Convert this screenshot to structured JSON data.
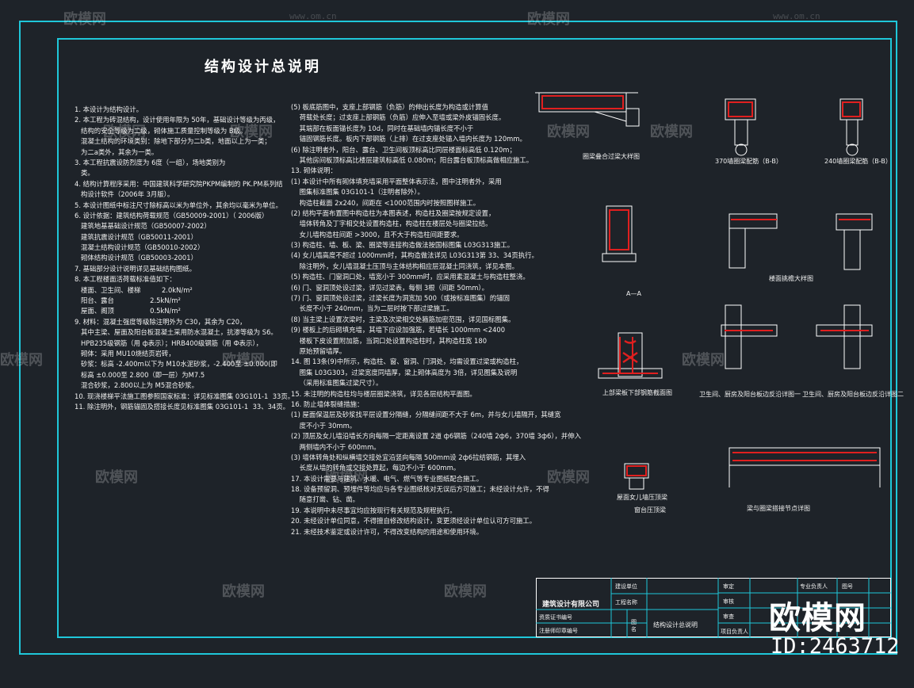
{
  "title": "结构设计总说明",
  "col1_lines": [
    "1. 本设计为结构设计。",
    "2. 本工程为砖混结构，设计使用年限为 50年，基础设计等级为丙级，",
    "   结构的安全等级为二级，砌体施工质量控制等级为 B级。",
    "   混凝土结构的环境类别：除地下部分为二b类，地面以上为一类；",
    "   为二a类外，其余为一类。",
    "3. 本工程抗震设防烈度为 6度（一组），场地类别为",
    "   类。",
    "4. 结构计算程序采用：中国建筑科学研究院PKPM编制的 PK.PM系列结",
    "   构设计软件（2006年 3月版）。",
    "5. 本设计图纸中标注尺寸除标高以米为单位外，其余均以毫米为单位。",
    "6. 设计依据：建筑结构荷载规范（GB50009-2001）（ 2006版）",
    "   建筑地基基础设计规范（GB50007-2002）",
    "   建筑抗震设计规范（GB50011-2001）",
    "   混凝土结构设计规范（GB50010-2002）",
    "   砌体结构设计规范（GB50003-2001）",
    "7. 基础部分设计说明详见基础结构图纸。",
    "8. 本工程楼面活荷载标准值如下：",
    "   楼面、卫生间、楼梯          2.0kN/m²",
    "   阳台、露台                 2.5kN/m²",
    "   屋面、阁顶                 0.5kN/m²",
    "9. 材料：混凝土强度等级除注明外为 C30，其余为 C20，",
    "   其中主梁、屋面及阳台板混凝土采用防水混凝土，抗渗等级为 S6。",
    "   HPB235级钢筋（用 ф表示）；HRB400级钢筋（用 Ф表示），",
    "   砌体：采用 MU10烧结页岩砖，",
    "   砂浆：标高 -2.400m以下为 M10水泥砂浆，-2.400至 ±0.000(即",
    "   标高 ±0.000至 2.800（即一层）为M7.5",
    "   混合砂浆，2.800以上为 M5混合砂浆。",
    "10. 现浇楼梯平法施工图参照国家标准：详见标准图集 03G101-1  33页。",
    "11. 除注明外，钢筋锚固及搭接长度见标准图集 03G101-1  33、34页。"
  ],
  "col2_lines": [
    "(5) 板底筋图中，支座上部钢筋（负筋）的伸出长度为构造或计算值",
    "    荷载处长度；过支座上部钢筋（负筋）应伸入至墙或梁外皮锚固长度。",
    "    其端部在板面锚长度为 10d，同时在基础墙内锚长度不小于",
    "    锚固钢筋长度。板内下部钢筋（上排）在过支座处锚入墙内长度为 120mm。",
    "(6) 除注明者外，阳台、露台、卫生间板顶标高比同层楼面标高低 0.120m；",
    "    其他房间板顶标高比楼层建筑标高低 0.080m；阳台露台板顶标高做相应施工。",
    "13. 砌体说明：",
    "(1) 本设计中所有砌体填充墙采用平面整体表示法，图中注明者外，采用",
    "    图集标准图集 03G101-1（注明者除外）。",
    "    构造柱截面 2x240，间距在 <1000范围内时按照图样施工。",
    "(2) 结构平面布置图中构造柱为本图表述，构造柱及圈梁按规定设置，",
    "    墙体转角及丁字相交处设置构造柱，构造柱在楼层处与圈梁拉结。",
    "    女儿墙构造柱间距 >3000，且不大于构造柱间距要求。",
    "(3) 构造柱、墙、板、梁、圈梁等连接构造做法按国标图集 L03G313施工。",
    "(4) 女儿墙高度不超过 1000mm时，其构造做法详见 L03G313第 33、34页执行。",
    "    除注明外，女儿墙混凝土压顶与主体结构相应层混凝土同浇筑，详见本图。",
    "(5) 构造柱、门窗洞口处，墙宽小于 300mm时，应采用素混凝土与构造柱整浇。",
    "(6) 门、窗洞顶处设过梁，详见过梁表，每侧 3根（间距 50mm）。",
    "(7) 门、窗洞顶处设过梁，过梁长度为洞宽加 500（或按标准图集）的锚固",
    "    长度不小于 240mm，当为二层时按下部过梁施工。",
    "(8) 当主梁上设置次梁时，主梁及次梁相交处箍筋加密范围，详见国标图集。",
    "(9) 楼板上的后砌填充墙，其墙下应设加强筋，若墙长 1000mm <2400",
    "    楼板下皮设置附加筋，当洞口处设置构造柱时，其构造柱宽 180",
    "    原始预留墙厚。",
    "14. 图 13条(9)中所示，构造柱、窗、窗洞、门洞处，均需设置过梁或构造柱，",
    "    图集 L03G303，过梁宽度同墙厚，梁上砌体高度为 3倍，详见图集及说明",
    "    （采用标准图集过梁尺寸）。",
    "15. 未注明的构造柱均与楼层圈梁浇筑，详见各层结构平面图。",
    "16. 防止墙体裂缝措施：",
    "(1) 屋面保温层及砂浆找平层设置分隔缝，分隔缝间距不大于 6m，并与女儿墙隔开，其缝宽",
    "    度不小于 30mm。",
    "(2) 顶层及女儿墙沿墙长方向每隔一定距离设置 2道 ф6钢筋（240墙 2ф6，370墙 3ф6），并伸入",
    "    两侧墙内不小于 600mm。",
    "(3) 墙体转角处和纵横墙交接处宜沿竖向每隔 500mm设 2ф6拉结钢筋，其埋入",
    "    长度从墙的转角或交接处算起，每边不小于 600mm。",
    "17. 本设计需要与建筑、水暖、电气、燃气等专业图纸配合施工。",
    "18. 设备预留洞、预埋件等均应与各专业图纸核对无误后方可施工；未经设计允许，不得",
    "    随意打凿、钻、凿。",
    "19. 本说明中未尽事宜均应按现行有关规范及规程执行。",
    "20. 未经设计单位同意，不得擅自修改结构设计，变更须经设计单位认可方可施工。",
    "21. 未经技术鉴定或设计许可，不得改变结构的用途和使用环境。"
  ],
  "details": {
    "d1": "圈梁叠合过梁大样图",
    "d2": "370墙圈梁配筋（B-B）",
    "d3": "240墙圈梁配筋（B-B）",
    "d4": "A—A",
    "d5": "楼面挑檐大样图",
    "d6": "上部梁板下部钢筋截面图",
    "d7": "卫生间、厨房及阳台板边反沿详图一",
    "d8": "卫生间、厨房及阳台板边反沿详图二",
    "d9": "屋面女儿墙压顶梁",
    "d10": "窗台压顶梁",
    "d11": "梁与圈梁搭接节点详图"
  },
  "title_block": {
    "company": "建筑设计有限公司",
    "row_labels": [
      "建设单位",
      "工程名称"
    ],
    "review1": "资质证书编号",
    "review2": "注册师印章编号",
    "drawing_label": "图名",
    "drawing_name": "结构设计总说明",
    "sign_labels": [
      "审定",
      "审核",
      "审查",
      "项目负责人"
    ],
    "right_labels": [
      "专业负责人",
      "图号"
    ]
  },
  "watermark": {
    "brand": "欧模网",
    "url": "www.om.cn",
    "id_text": "ID:2463712"
  },
  "colors": {
    "background": "#1e2329",
    "frame": "#1fc7d9",
    "rebar": "#e01f1f",
    "outline": "#ffffff"
  }
}
